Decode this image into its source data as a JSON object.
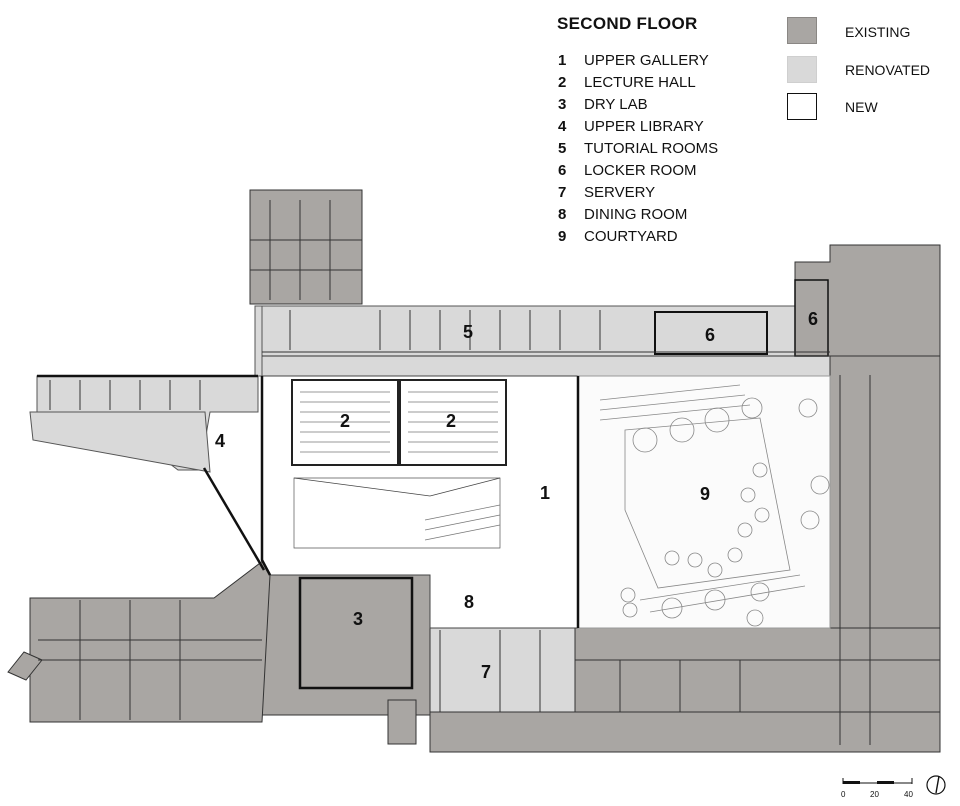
{
  "title": "SECOND FLOOR",
  "rooms": [
    {
      "num": "1",
      "name": "UPPER GALLERY"
    },
    {
      "num": "2",
      "name": "LECTURE HALL"
    },
    {
      "num": "3",
      "name": "DRY LAB"
    },
    {
      "num": "4",
      "name": "UPPER LIBRARY"
    },
    {
      "num": "5",
      "name": "TUTORIAL ROOMS"
    },
    {
      "num": "6",
      "name": "LOCKER ROOM"
    },
    {
      "num": "7",
      "name": "SERVERY"
    },
    {
      "num": "8",
      "name": "DINING ROOM"
    },
    {
      "num": "9",
      "name": "COURTYARD"
    }
  ],
  "legend": [
    {
      "label": "EXISTING",
      "color": "#a9a6a3"
    },
    {
      "label": "RENOVATED",
      "color": "#d9d9d9"
    },
    {
      "label": "NEW",
      "color": "#ffffff"
    }
  ],
  "scale": {
    "ticks": [
      "0",
      "20",
      "40"
    ]
  },
  "colors": {
    "existing": "#a9a6a3",
    "renovated": "#d9d9d9",
    "new": "#ffffff",
    "wall": "#1a1a1a"
  },
  "icons": {
    "north": "north-arrow-icon"
  }
}
